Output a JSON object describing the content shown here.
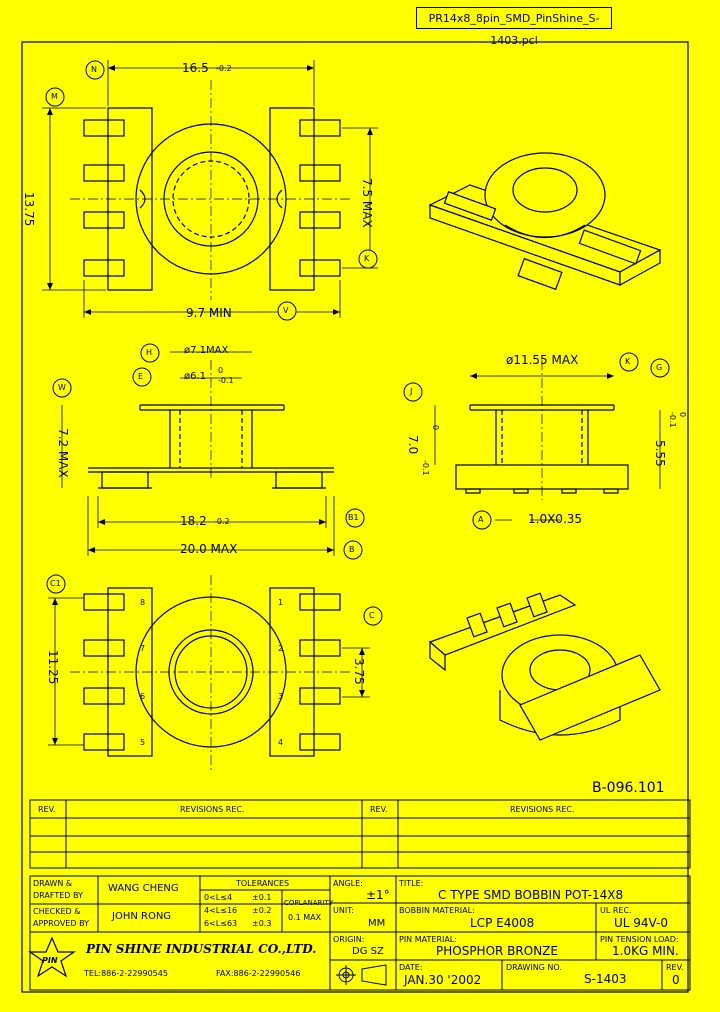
{
  "file_label": "PR14x8_8pin_SMD_PinShine_S-1403.pcl",
  "drawing_ref": "B-096.101",
  "markers": {
    "N": "N",
    "M": "M",
    "K": "K",
    "V": "V",
    "H": "H",
    "E": "E",
    "W": "W",
    "J": "J",
    "G": "G",
    "B1": "B1",
    "B": "B",
    "A": "A",
    "C1": "C1",
    "C": "C"
  },
  "dimensions": {
    "top_width": "16.5",
    "top_width_tol": "-0.2",
    "height_13_75": "13.75",
    "max_7_5": "7.5 MAX",
    "min_9_7": "9.7 MIN",
    "dia_7_1": "ø7.1MAX",
    "dia_6_1": "ø6.1",
    "dia_6_1_tol": "-0.1",
    "dia_6_1_tol0": "0",
    "side_7_2": "7.2 MAX",
    "side_18_2": "18.2",
    "side_18_2_tol": "-0.2",
    "side_20_0": "20.0 MAX",
    "dia_11_55": "ø11.55 MAX",
    "j_dim": "7.0",
    "j_dim_tol": "-0.1",
    "j_dim_tol0": "0",
    "g_dim": "5.55",
    "g_dim_tol": "-0.1",
    "g_dim_tol0": "0",
    "pin_size": "1.0X0.35",
    "bottom_11_25": "11.25",
    "bottom_3_75": "3.75"
  },
  "pin_numbers": [
    "8",
    "7",
    "6",
    "5",
    "1",
    "2",
    "3",
    "4"
  ],
  "revision_table": {
    "headers": [
      "REV.",
      "REVISIONS   REC.",
      "REV.",
      "REVISIONS   REC."
    ]
  },
  "title_block": {
    "drawn_label": "DRAWN &",
    "drafted_label": "DRAFTED BY",
    "drafted_by": "WANG CHENG",
    "checked_label": "CHECKED &",
    "approved_label": "APPROVED BY",
    "approved_by": "JOHN RONG",
    "tolerances_label": "TOLERANCES",
    "tol_rows": [
      {
        "range": "0<L≤4",
        "value": "±0.1"
      },
      {
        "range": "4<L≤16",
        "value": "±0.2"
      },
      {
        "range": "6<L≤63",
        "value": "±0.3"
      }
    ],
    "coplanarity_label": "COPLANARITY",
    "coplanarity_value": "0.1 MAX",
    "angle_label": "ANGLE:",
    "angle_value": "±1°",
    "unit_label": "UNIT:",
    "unit_value": "MM",
    "origin_label": "ORIGIN:",
    "origin_value": "DG SZ",
    "date_label": "DATE:",
    "date_value": "JAN.30 '2002",
    "title_label": "TITLE:",
    "title_value": "C TYPE SMD BOBBIN POT-14X8",
    "bobbin_material_label": "BOBBIN MATERIAL:",
    "bobbin_material_value": "LCP E4008",
    "ul_label": "UL REC.",
    "ul_value": "UL 94V-0",
    "pin_material_label": "PIN MATERIAL:",
    "pin_material_value": "PHOSPHOR BRONZE",
    "pin_tension_label": "PIN TENSION LOAD:",
    "pin_tension_value": "1.0KG MIN.",
    "drawing_no_label": "DRAWING NO.",
    "drawing_no_value": "S-1403",
    "rev_label": "REV.",
    "rev_value": "0",
    "company": "PIN SHINE INDUSTRIAL CO.,LTD.",
    "tel": "TEL:886-2-22990545",
    "fax": "FAX:886-2-22990546",
    "logo_text": "PIN"
  }
}
